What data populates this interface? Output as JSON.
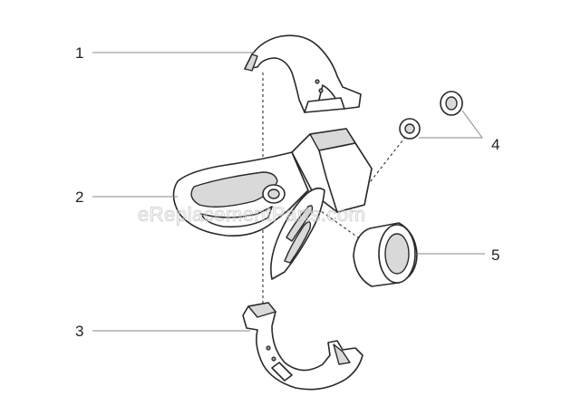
{
  "watermark": "eReplacementParts.com",
  "callouts": [
    {
      "label": "1"
    },
    {
      "label": "2"
    },
    {
      "label": "3"
    },
    {
      "label": "4"
    },
    {
      "label": "5"
    }
  ]
}
